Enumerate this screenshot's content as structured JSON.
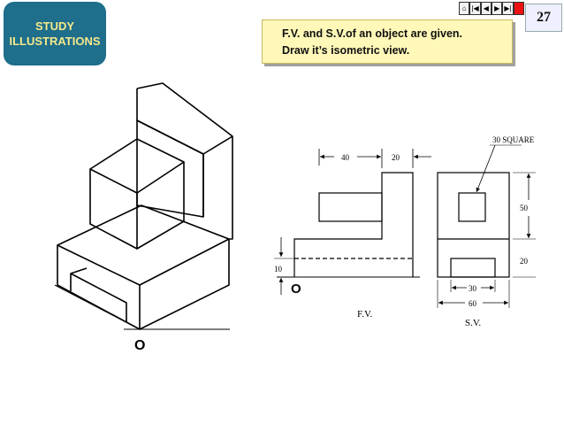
{
  "badge": {
    "line1": "STUDY",
    "line2": "ILLUSTRATIONS"
  },
  "problem": {
    "line1": "F.V. and S.V.of  an object are given.",
    "line2": "Draw it’s isometric view."
  },
  "page_number": "27",
  "nav": {
    "home_icon": "home-icon",
    "first_icon": "skip-back-icon",
    "prev_icon": "prev-icon",
    "next_icon": "next-icon",
    "last_icon": "skip-forward-icon",
    "stop_color": "#e11111"
  },
  "drawing": {
    "iso_origin_label": "O",
    "fv_origin_label": "O",
    "dim_40": "40",
    "dim_20_top": "20",
    "dim_10": "10",
    "dim_50": "50",
    "dim_20_side": "20",
    "dim_30": "30",
    "dim_60": "60",
    "square_note": "30 SQUARE",
    "fv_label": "F.V.",
    "sv_label": "S.V."
  }
}
